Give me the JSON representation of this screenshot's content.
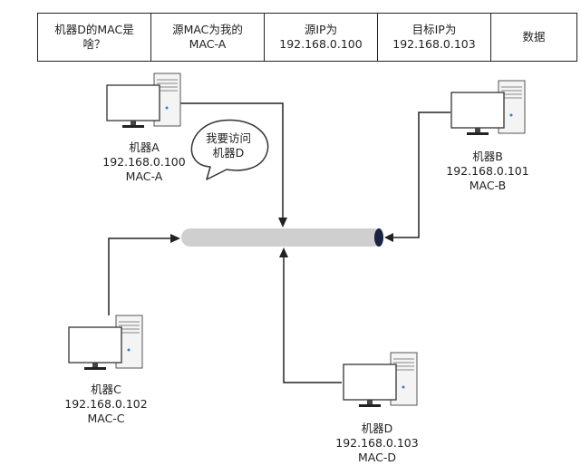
{
  "frame": {
    "cells": [
      {
        "line1": "机器D的MAC是",
        "line2": "啥？"
      },
      {
        "line1": "源MAC为我的",
        "line2": "MAC-A"
      },
      {
        "line1": "源IP为",
        "line2": "192.168.0.100"
      },
      {
        "line1": "目标IP为",
        "line2": "192.168.0.103"
      },
      {
        "line1": "数据",
        "line2": ""
      }
    ]
  },
  "bubble": {
    "line1": "我要访问",
    "line2": "机器D"
  },
  "machines": {
    "a": {
      "name": "机器A",
      "ip": "192.168.0.100",
      "mac": "MAC-A"
    },
    "b": {
      "name": "机器B",
      "ip": "192.168.0.101",
      "mac": "MAC-B"
    },
    "c": {
      "name": "机器C",
      "ip": "192.168.0.102",
      "mac": "MAC-C"
    },
    "d": {
      "name": "机器D",
      "ip": "192.168.0.103",
      "mac": "MAC-D"
    }
  },
  "colors": {
    "line": "#222222",
    "bus": "#cfcfcf",
    "screen_border": "#444444"
  }
}
